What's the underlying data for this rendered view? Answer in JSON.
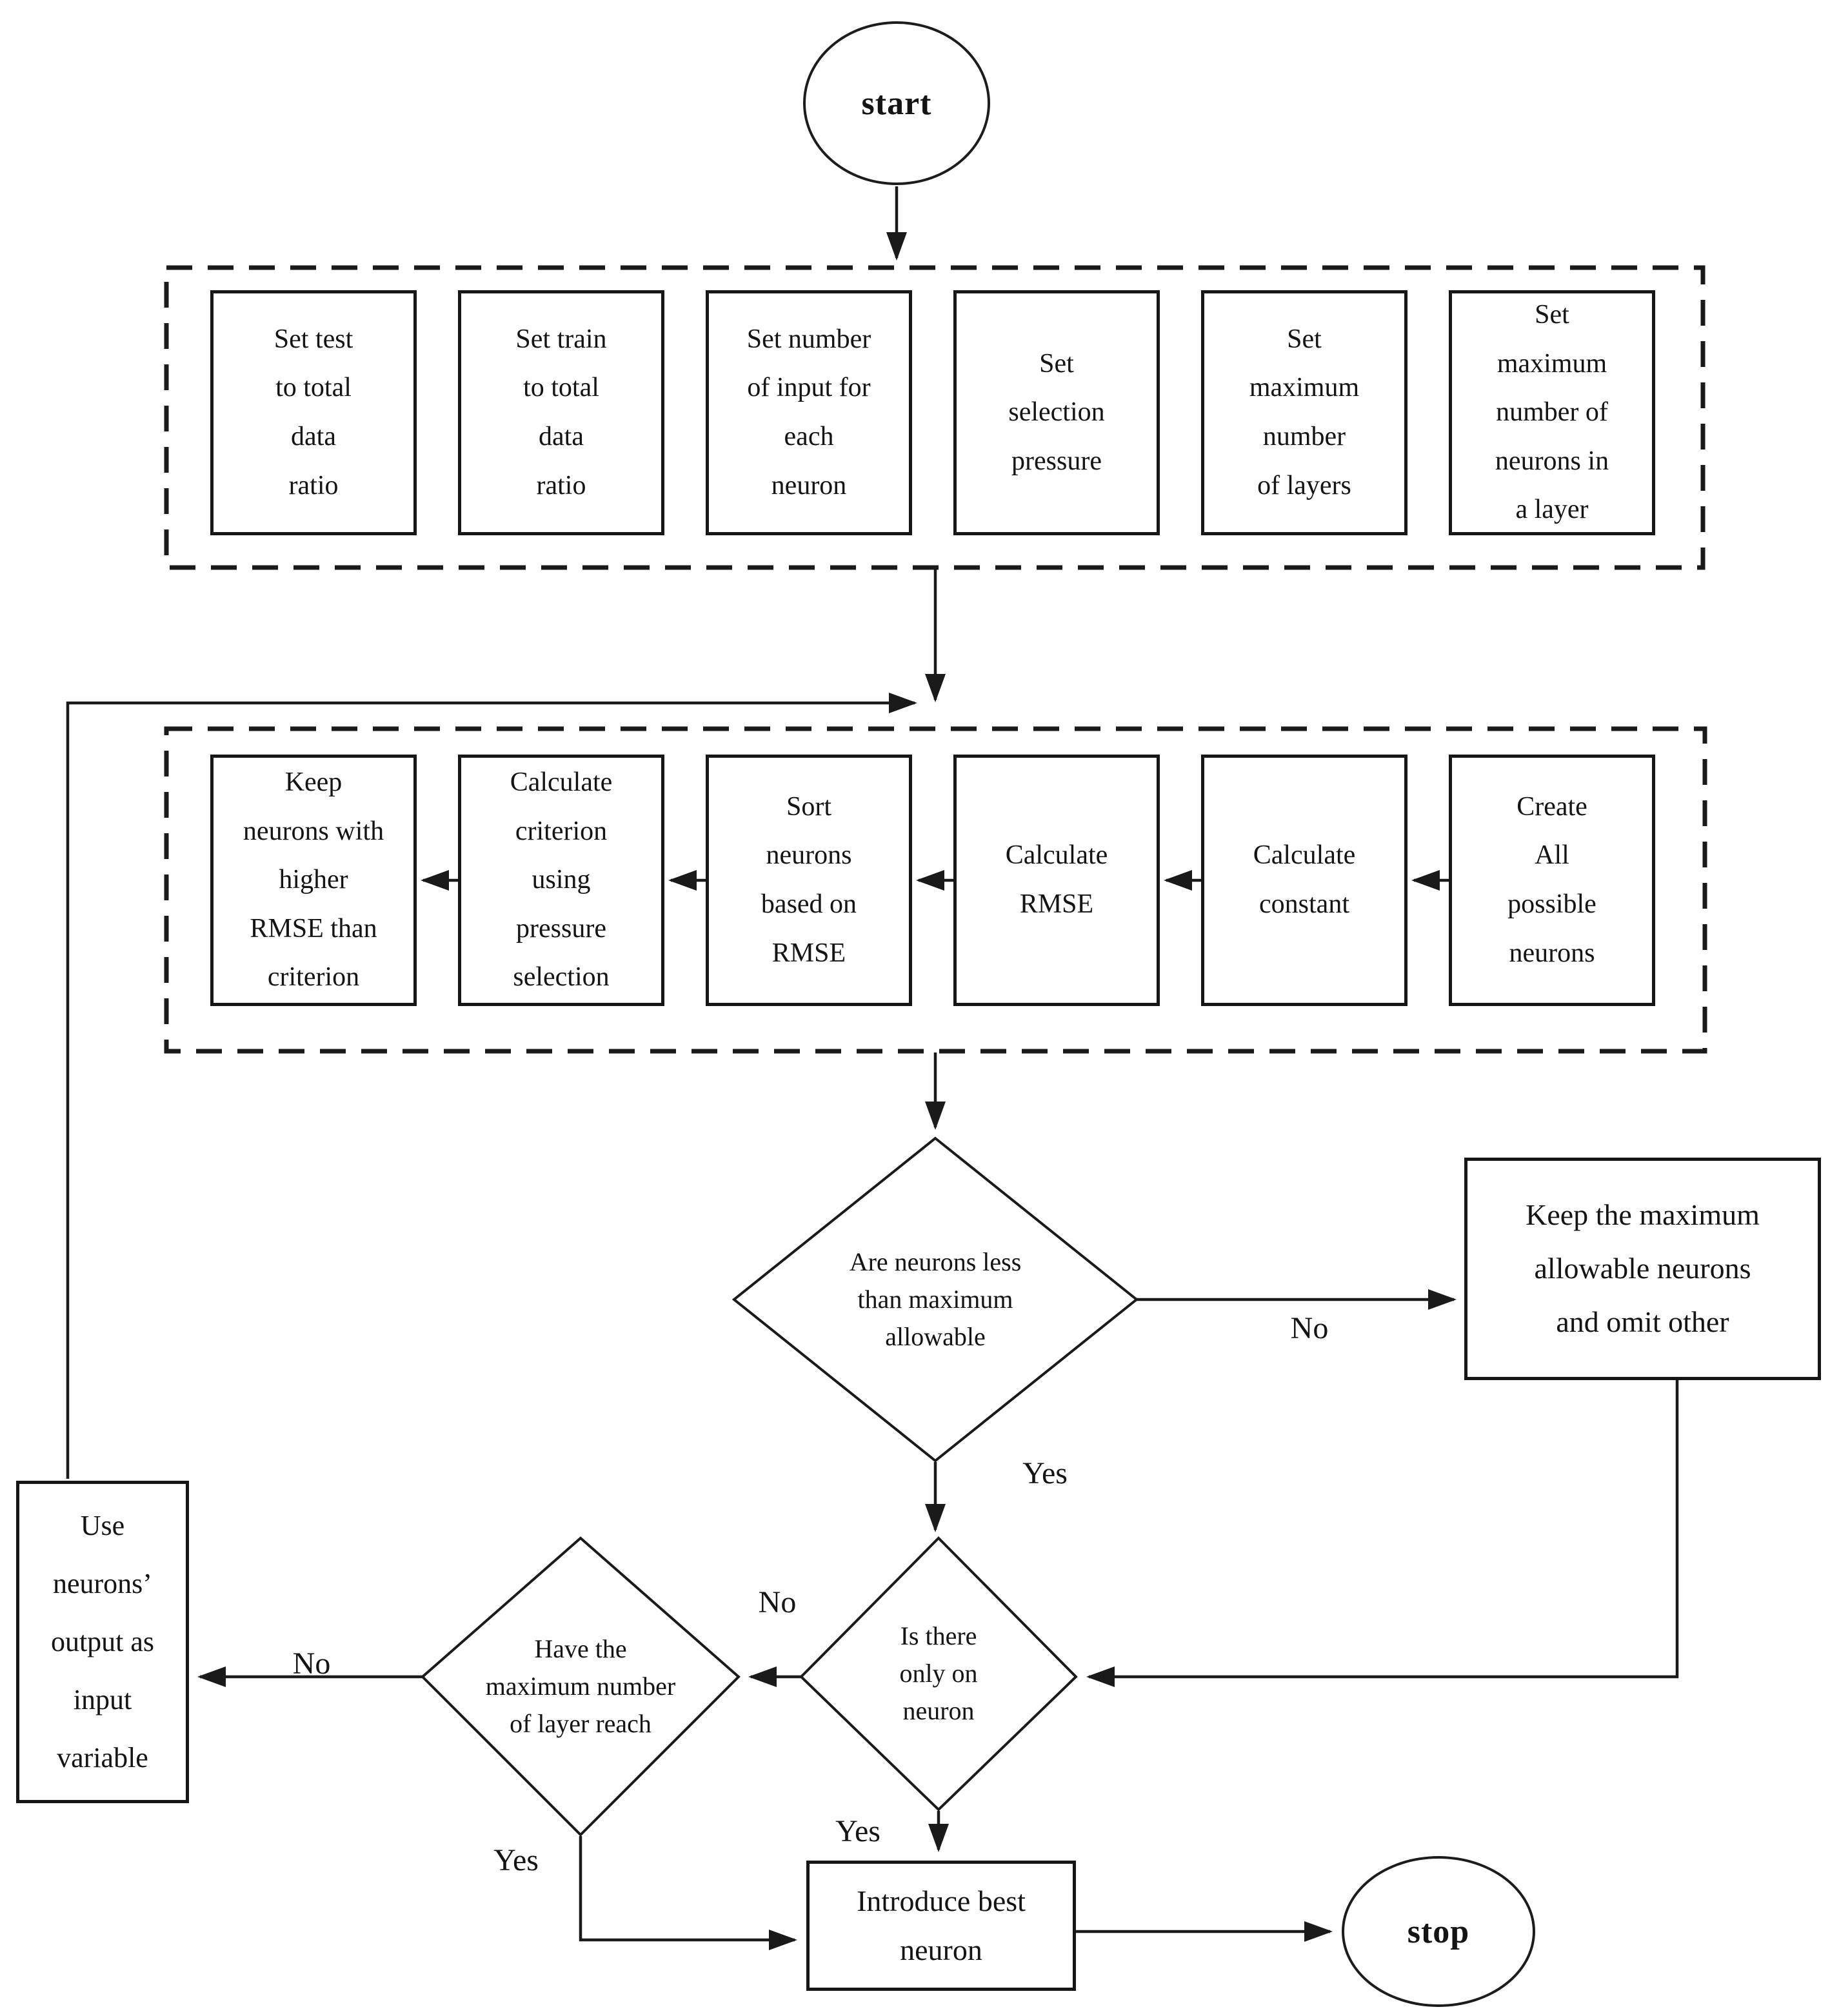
{
  "terminals": {
    "start_label": "start",
    "stop_label": "stop"
  },
  "setup_row": {
    "boxes": [
      "Set test\nto total\ndata\nratio",
      "Set train\nto total\ndata\nratio",
      "Set number\nof input for\neach\nneuron",
      "Set\nselection\npressure",
      "Set\nmaximum\nnumber\nof layers",
      "Set\nmaximum\nnumber of\nneurons in\na layer"
    ]
  },
  "process_row": {
    "boxes": [
      "Keep\nneurons with\nhigher\nRMSE than\ncriterion",
      "Calculate\ncriterion\nusing\npressure\nselection",
      "Sort\nneurons\nbased on\nRMSE",
      "Calculate\nRMSE",
      "Calculate\nconstant",
      "Create\nAll\npossible\nneurons"
    ]
  },
  "decisions": {
    "neurons_less_than_max": "Are neurons less\nthan maximum\nallowable",
    "only_one_neuron": "Is there\nonly on\nneuron",
    "max_layers_reached": "Have the\nmaximum number\nof layer reach"
  },
  "boxes": {
    "keep_max": "Keep the maximum\nallowable neurons\nand omit other",
    "use_outputs": "Use\nneurons’\noutput as\ninput\nvariable",
    "introduce_best": "Introduce best\nneuron"
  },
  "labels": {
    "yes": "Yes",
    "no": "No"
  },
  "colors": {
    "stroke": "#1a1a1a",
    "background": "#ffffff"
  }
}
